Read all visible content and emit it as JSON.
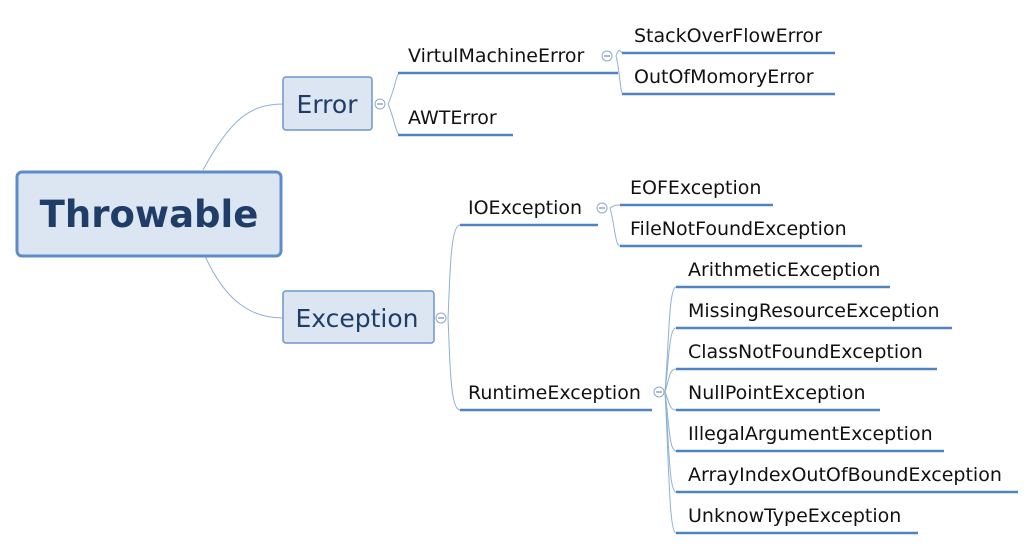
{
  "diagram": {
    "root": "Throwable",
    "error": {
      "label": "Error",
      "virtual_machine_error": {
        "label": "VirtulMachineError",
        "children": [
          "StackOverFlowError",
          "OutOfMomoryError"
        ]
      },
      "awt_error": {
        "label": "AWTError"
      }
    },
    "exception": {
      "label": "Exception",
      "io_exception": {
        "label": "IOException",
        "children": [
          "EOFException",
          "FileNotFoundException"
        ]
      },
      "runtime_exception": {
        "label": "RuntimeException",
        "children": [
          "ArithmeticException",
          "MissingResourceException",
          "ClassNotFoundException",
          "NullPointException",
          "IllegalArgumentException",
          "ArrayIndexOutOfBoundException",
          "UnknowTypeException"
        ]
      }
    }
  },
  "colors": {
    "root_fill": "#dce6f3",
    "root_border": "#5d8cc9",
    "box_fill": "#dce6f3",
    "box_border": "#6f96c8",
    "connector": "#8fb0d6",
    "underline": "#4f83c2"
  }
}
